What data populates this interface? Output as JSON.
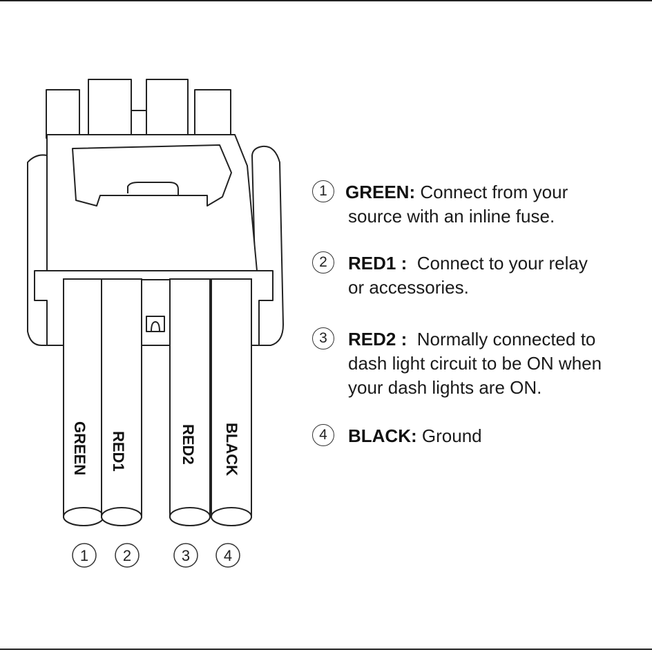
{
  "wires": [
    {
      "number": "1",
      "label": "GREEN"
    },
    {
      "number": "2",
      "label": "RED1"
    },
    {
      "number": "3",
      "label": "RED2"
    },
    {
      "number": "4",
      "label": "BLACK"
    }
  ],
  "legend": [
    {
      "number": "1",
      "name": "GREEN:",
      "lines": [
        "Connect from your",
        "source with an inline fuse."
      ]
    },
    {
      "number": "2",
      "name": "RED1 :",
      "lines": [
        "Connect to your relay",
        "or accessories."
      ]
    },
    {
      "number": "3",
      "name": "RED2 :",
      "lines": [
        "Normally connected to",
        "dash light circuit to be ON when",
        "your dash lights are ON."
      ]
    },
    {
      "number": "4",
      "name": "BLACK:",
      "lines": [
        "Ground"
      ]
    }
  ]
}
